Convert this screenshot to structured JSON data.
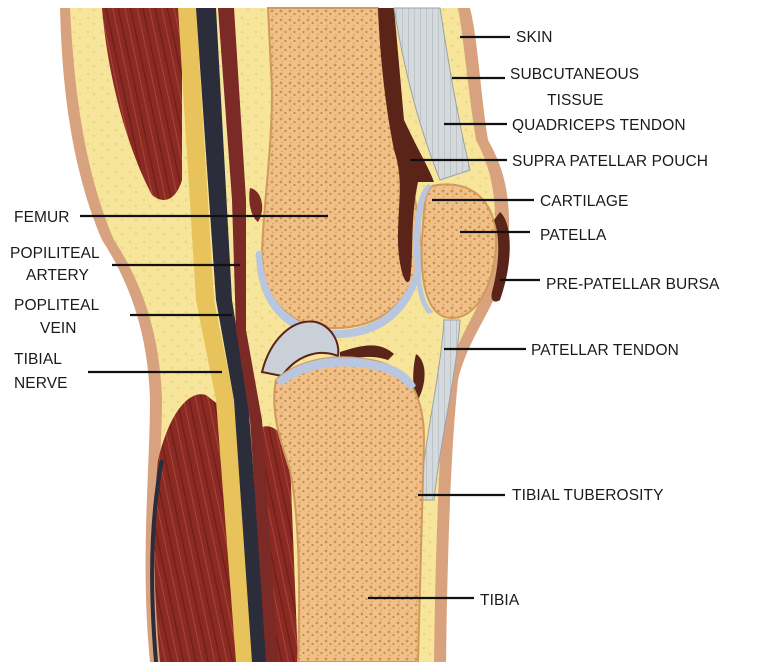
{
  "labels": {
    "skin": "SKIN",
    "subcutaneous_1": "SUBCUTANEOUS",
    "subcutaneous_2": "TISSUE",
    "quadriceps_tendon": "QUADRICEPS TENDON",
    "supra_patellar_pouch": "SUPRA PATELLAR POUCH",
    "cartilage": "CARTILAGE",
    "patella": "PATELLA",
    "pre_patellar_bursa": "PRE-PATELLAR BURSA",
    "patellar_tendon": "PATELLAR TENDON",
    "tibial_tuberosity": "TIBIAL TUBEROSITY",
    "tibia": "TIBIA",
    "femur": "FEMUR",
    "popliteal_artery_1": "POPILITEAL",
    "popliteal_artery_2": "ARTERY",
    "popliteal_vein_1": "POPLITEAL",
    "popliteal_vein_2": "VEIN",
    "tibial_nerve_1": "TIBIAL",
    "tibial_nerve_2": "NERVE"
  },
  "colors": {
    "skin": "#d9a27e",
    "fat": "#f6e59a",
    "bone": "#f0c089",
    "bone_speckle": "#c9843f",
    "muscle": "#8a2a22",
    "vessel": "#2b2d3a",
    "tendon": "#cfd6dc",
    "cartilage": "#b8c6e0",
    "cavity": "#5a2418"
  }
}
